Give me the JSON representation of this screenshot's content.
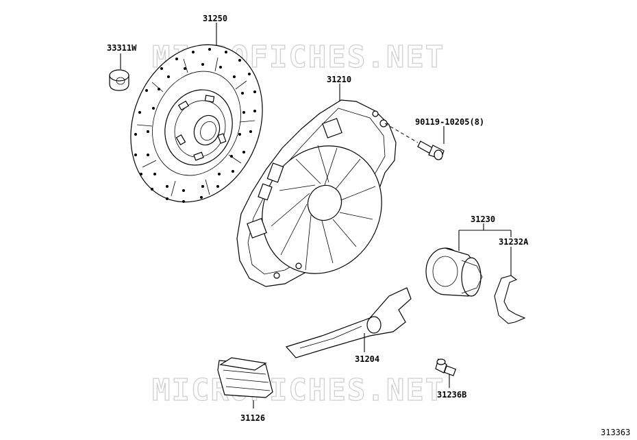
{
  "watermark": {
    "text": "MICROFICHES.NET"
  },
  "parts": {
    "disc": "31250",
    "bushing": "33311W",
    "cover": "31210",
    "bolt": "90119-10205(8)",
    "bearing": "31230",
    "clip": "31232A",
    "fork": "31204",
    "boot": "31126",
    "pivot": "31236B"
  },
  "diagram_id": "313363"
}
